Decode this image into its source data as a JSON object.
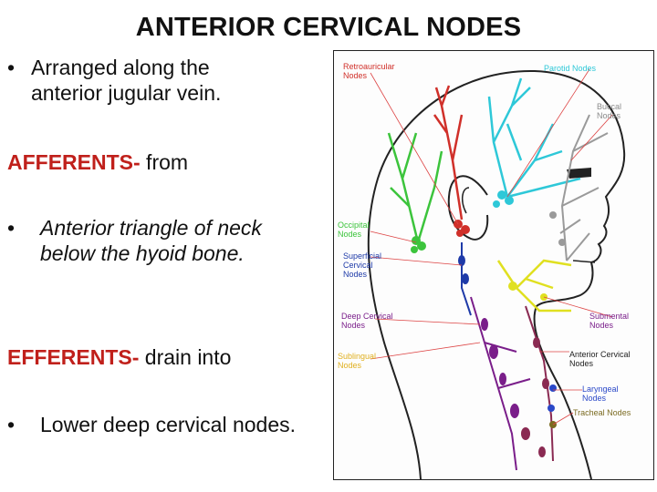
{
  "slide": {
    "title": "ANTERIOR CERVICAL NODES",
    "bullet1_line1": "Arranged along the",
    "bullet1_line2": "anterior jugular vein.",
    "afferents_label": "AFFERENTS-",
    "afferents_rest": " from",
    "bullet2_line1": "Anterior triangle of neck",
    "bullet2_line2": "below the hyoid bone.",
    "efferents_label": "EFFERENTS-",
    "efferents_rest": " drain into",
    "bullet3": "Lower deep cervical nodes.",
    "bullet_glyph": "•"
  },
  "figure": {
    "labels": {
      "retroauricular_1": "Retroauricular",
      "retroauricular_2": "Nodes",
      "parotid": "Parotid Nodes",
      "buccal_1": "Buccal",
      "buccal_2": "Nodes",
      "occipital_1": "Occipital",
      "occipital_2": "Nodes",
      "superficial_1": "Superficial",
      "superficial_2": "Cervical",
      "superficial_3": "Nodes",
      "deep_1": "Deep Cervical",
      "deep_2": "Nodes",
      "submental_1": "Submental",
      "submental_2": "Nodes",
      "sublingual_1": "Sublingual",
      "sublingual_2": "Nodes",
      "anterior_1": "Anterior Cervical",
      "anterior_2": "Nodes",
      "laryngeal_1": "Laryngeal",
      "laryngeal_2": "Nodes",
      "tracheal": "Tracheal Nodes"
    },
    "colors": {
      "retroauricular": "#d0302a",
      "parotid": "#2ec8d8",
      "buccal": "#9a9a9a",
      "occipital": "#3cc43c",
      "superficial": "#1e3aa8",
      "deep": "#7a1e8a",
      "submental": "#e0e020",
      "sublingual": "#e0b020",
      "anterior": "#8a2a52",
      "laryngeal": "#2a48c8",
      "tracheal": "#7a6a20",
      "leader": "#d44"
    }
  }
}
